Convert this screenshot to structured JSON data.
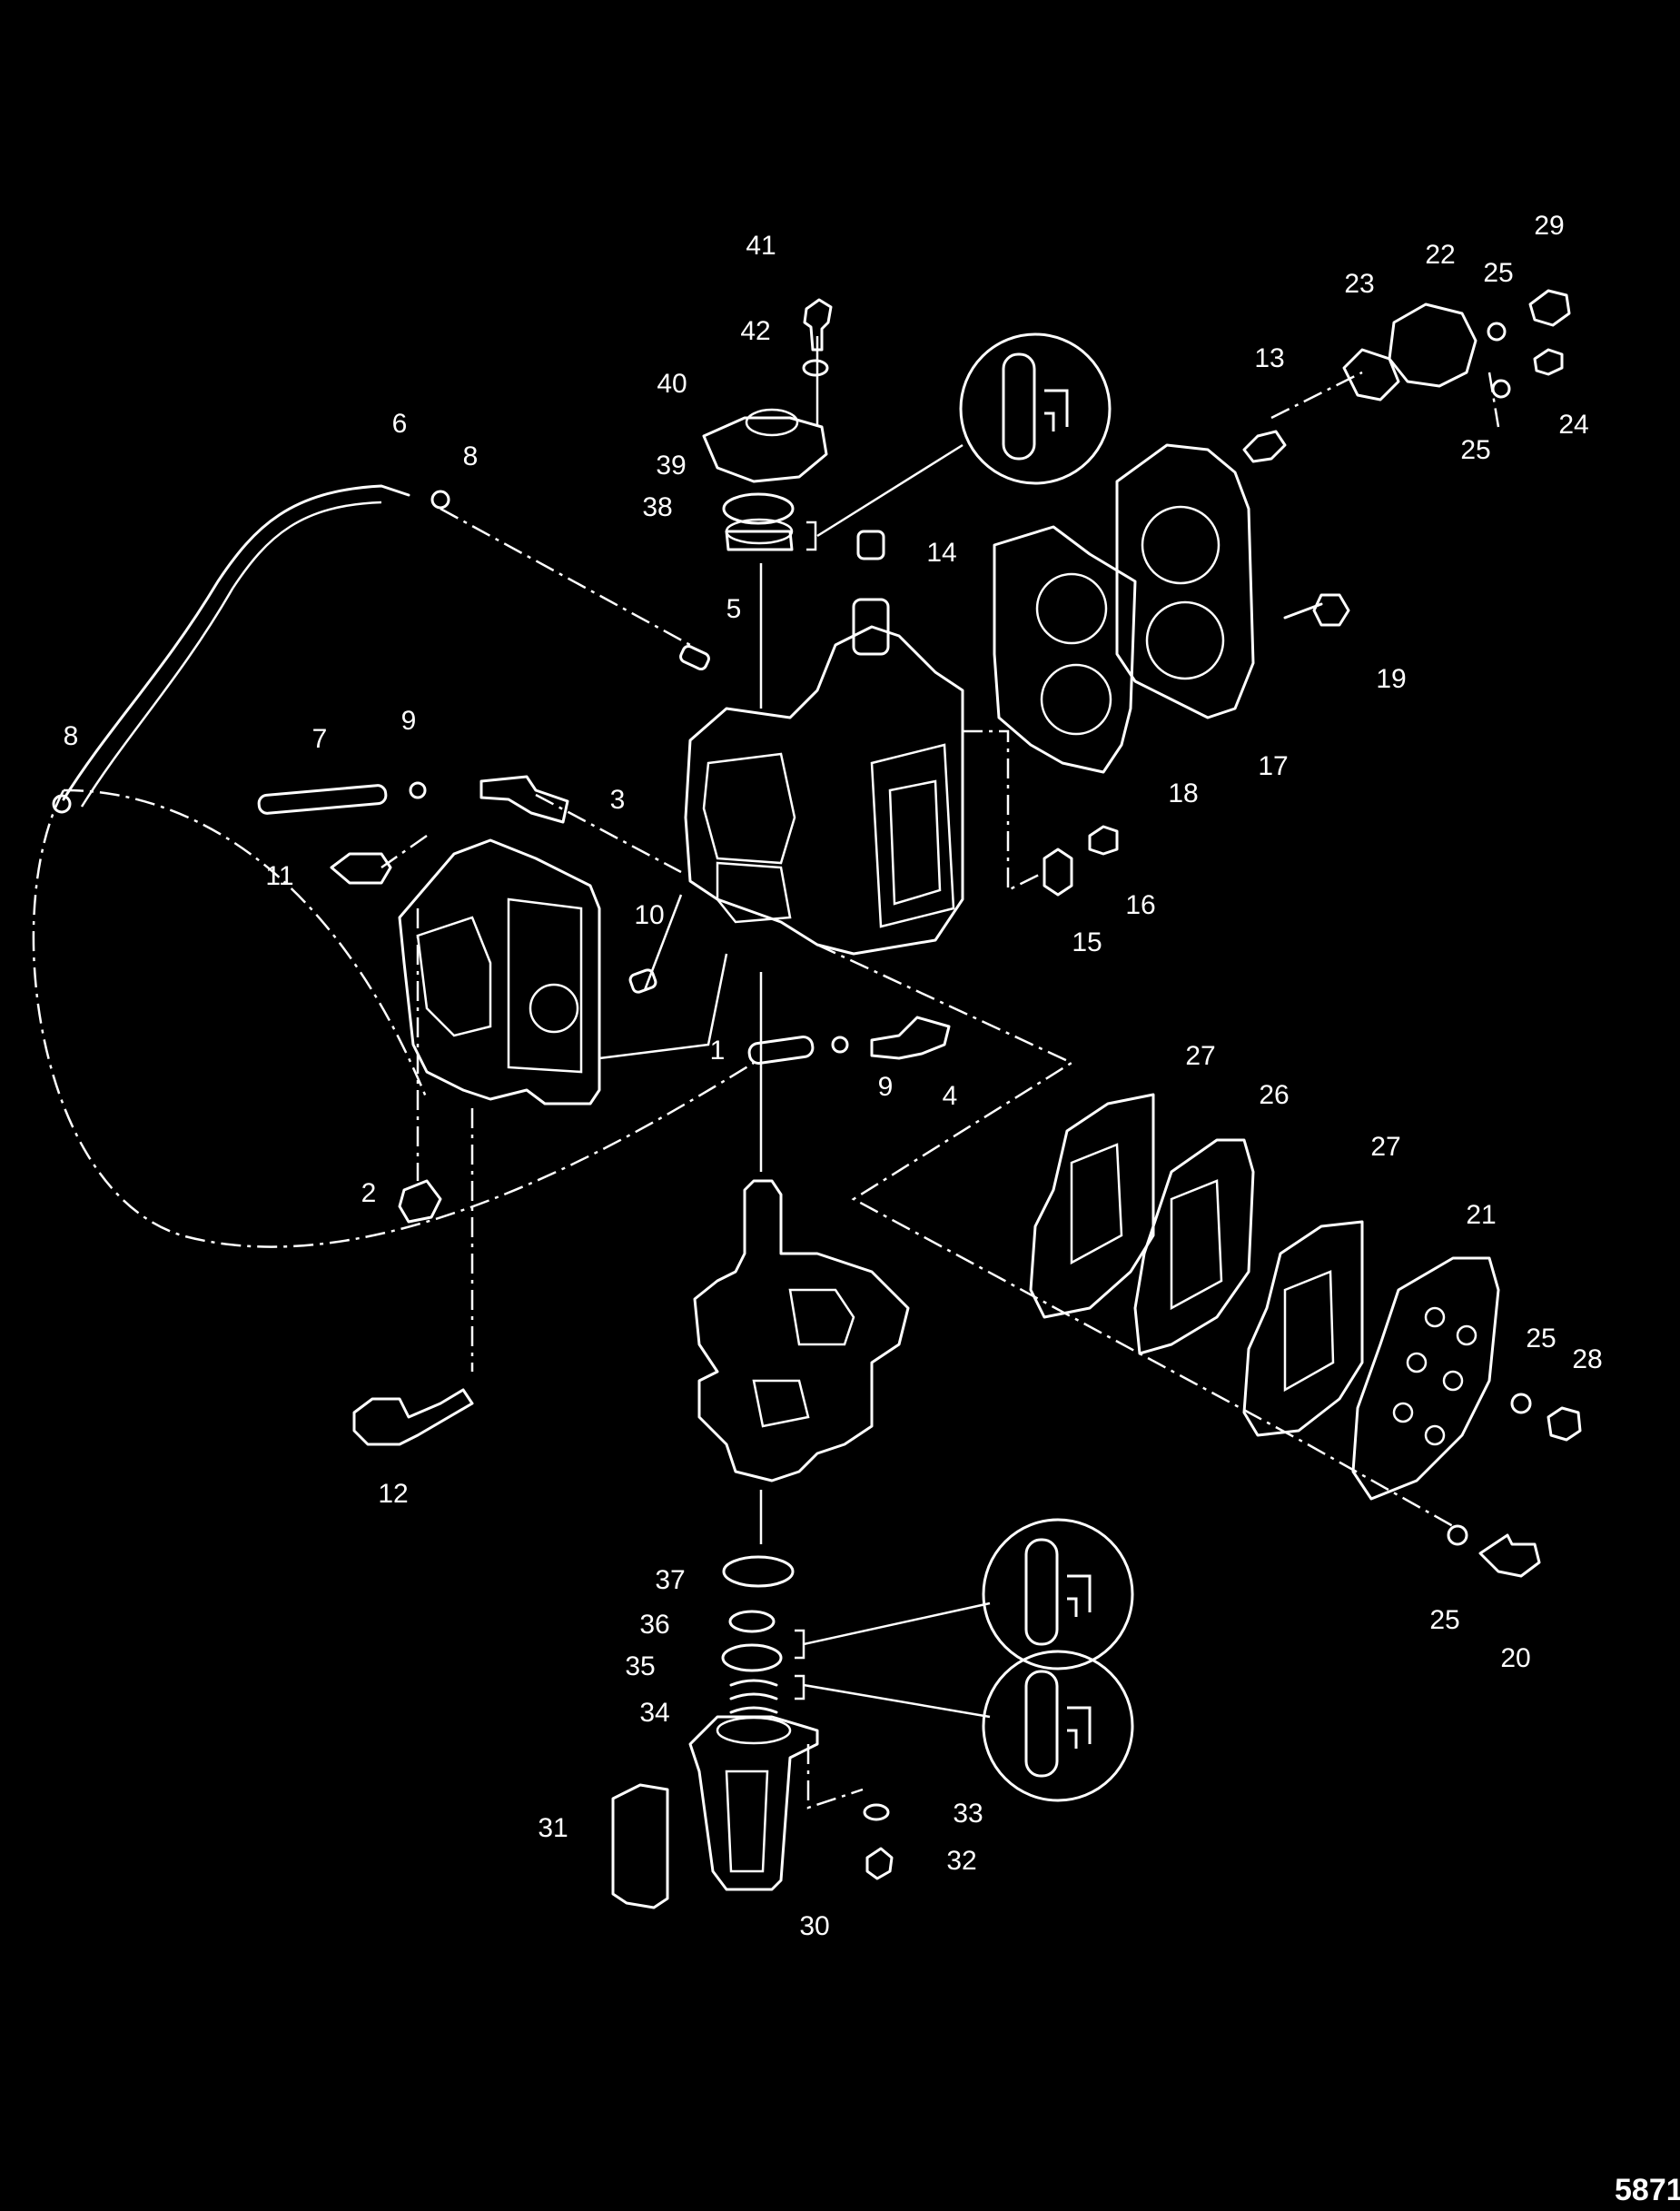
{
  "diagram": {
    "reference_number": "5871",
    "callouts": [
      {
        "id": "c1",
        "label": "1"
      },
      {
        "id": "c2",
        "label": "2"
      },
      {
        "id": "c3",
        "label": "3"
      },
      {
        "id": "c4",
        "label": "4"
      },
      {
        "id": "c5",
        "label": "5"
      },
      {
        "id": "c6",
        "label": "6"
      },
      {
        "id": "c7",
        "label": "7"
      },
      {
        "id": "c8a",
        "label": "8"
      },
      {
        "id": "c8b",
        "label": "8"
      },
      {
        "id": "c9a",
        "label": "9"
      },
      {
        "id": "c9b",
        "label": "9"
      },
      {
        "id": "c10",
        "label": "10"
      },
      {
        "id": "c11",
        "label": "11"
      },
      {
        "id": "c12",
        "label": "12"
      },
      {
        "id": "c13",
        "label": "13"
      },
      {
        "id": "c14",
        "label": "14"
      },
      {
        "id": "c15",
        "label": "15"
      },
      {
        "id": "c16",
        "label": "16"
      },
      {
        "id": "c17",
        "label": "17"
      },
      {
        "id": "c18",
        "label": "18"
      },
      {
        "id": "c19",
        "label": "19"
      },
      {
        "id": "c20",
        "label": "20"
      },
      {
        "id": "c21",
        "label": "21"
      },
      {
        "id": "c22",
        "label": "22"
      },
      {
        "id": "c23",
        "label": "23"
      },
      {
        "id": "c24",
        "label": "24"
      },
      {
        "id": "c25a",
        "label": "25"
      },
      {
        "id": "c25b",
        "label": "25"
      },
      {
        "id": "c25c",
        "label": "25"
      },
      {
        "id": "c25d",
        "label": "25"
      },
      {
        "id": "c26",
        "label": "26"
      },
      {
        "id": "c27a",
        "label": "27"
      },
      {
        "id": "c27b",
        "label": "27"
      },
      {
        "id": "c28",
        "label": "28"
      },
      {
        "id": "c29",
        "label": "29"
      },
      {
        "id": "c30",
        "label": "30"
      },
      {
        "id": "c31",
        "label": "31"
      },
      {
        "id": "c32",
        "label": "32"
      },
      {
        "id": "c33",
        "label": "33"
      },
      {
        "id": "c34",
        "label": "34"
      },
      {
        "id": "c35",
        "label": "35"
      },
      {
        "id": "c36",
        "label": "36"
      },
      {
        "id": "c37",
        "label": "37"
      },
      {
        "id": "c38",
        "label": "38"
      },
      {
        "id": "c39",
        "label": "39"
      },
      {
        "id": "c40",
        "label": "40"
      },
      {
        "id": "c41",
        "label": "41"
      },
      {
        "id": "c42",
        "label": "42"
      }
    ],
    "lubricant_icons": [
      {
        "id": "lube-top",
        "icon": "grease-tube-icon"
      },
      {
        "id": "lube-mid",
        "icon": "grease-tube-icon"
      },
      {
        "id": "lube-bottom",
        "icon": "grease-tube-icon"
      }
    ],
    "colors": {
      "background": "#000000",
      "line": "#ffffff"
    }
  }
}
